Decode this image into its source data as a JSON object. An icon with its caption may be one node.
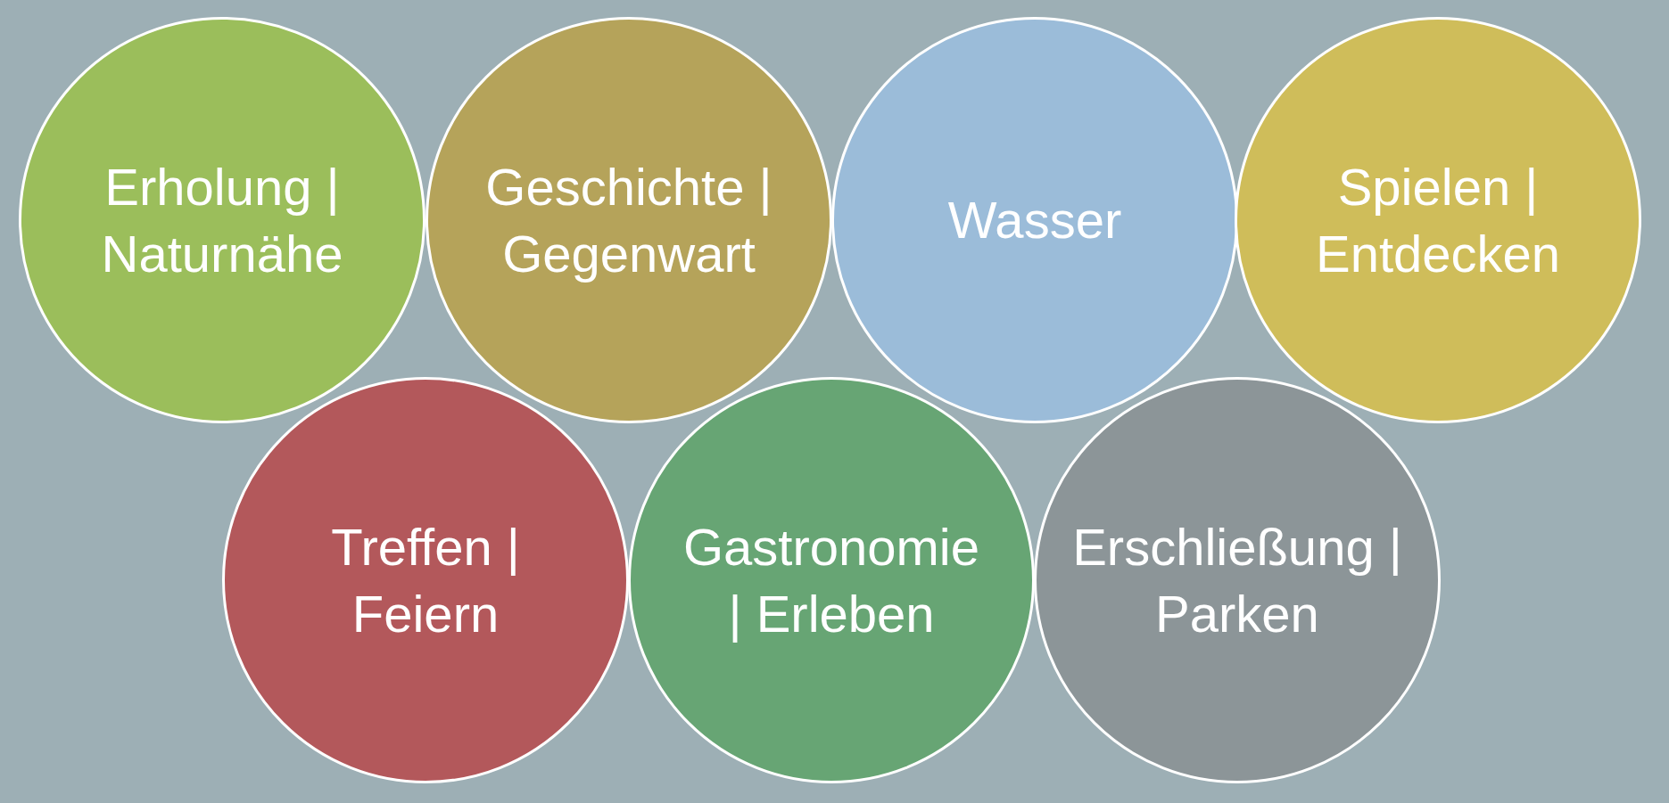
{
  "diagram": {
    "nodes": [
      {
        "text": [
          "Erholung | Naturnähe"
        ]
      },
      {
        "text": [
          "Geschichte | Gegenwart"
        ]
      },
      {
        "text": [
          "Wasser"
        ]
      },
      {
        "text": [
          "Spielen | Entdecken"
        ]
      },
      {
        "text": [
          "Treffen | Feiern"
        ]
      },
      {
        "text": [
          "Gastronomie | Erleben"
        ]
      },
      {
        "text": [
          "Erschließung | Parken"
        ]
      }
    ]
  }
}
